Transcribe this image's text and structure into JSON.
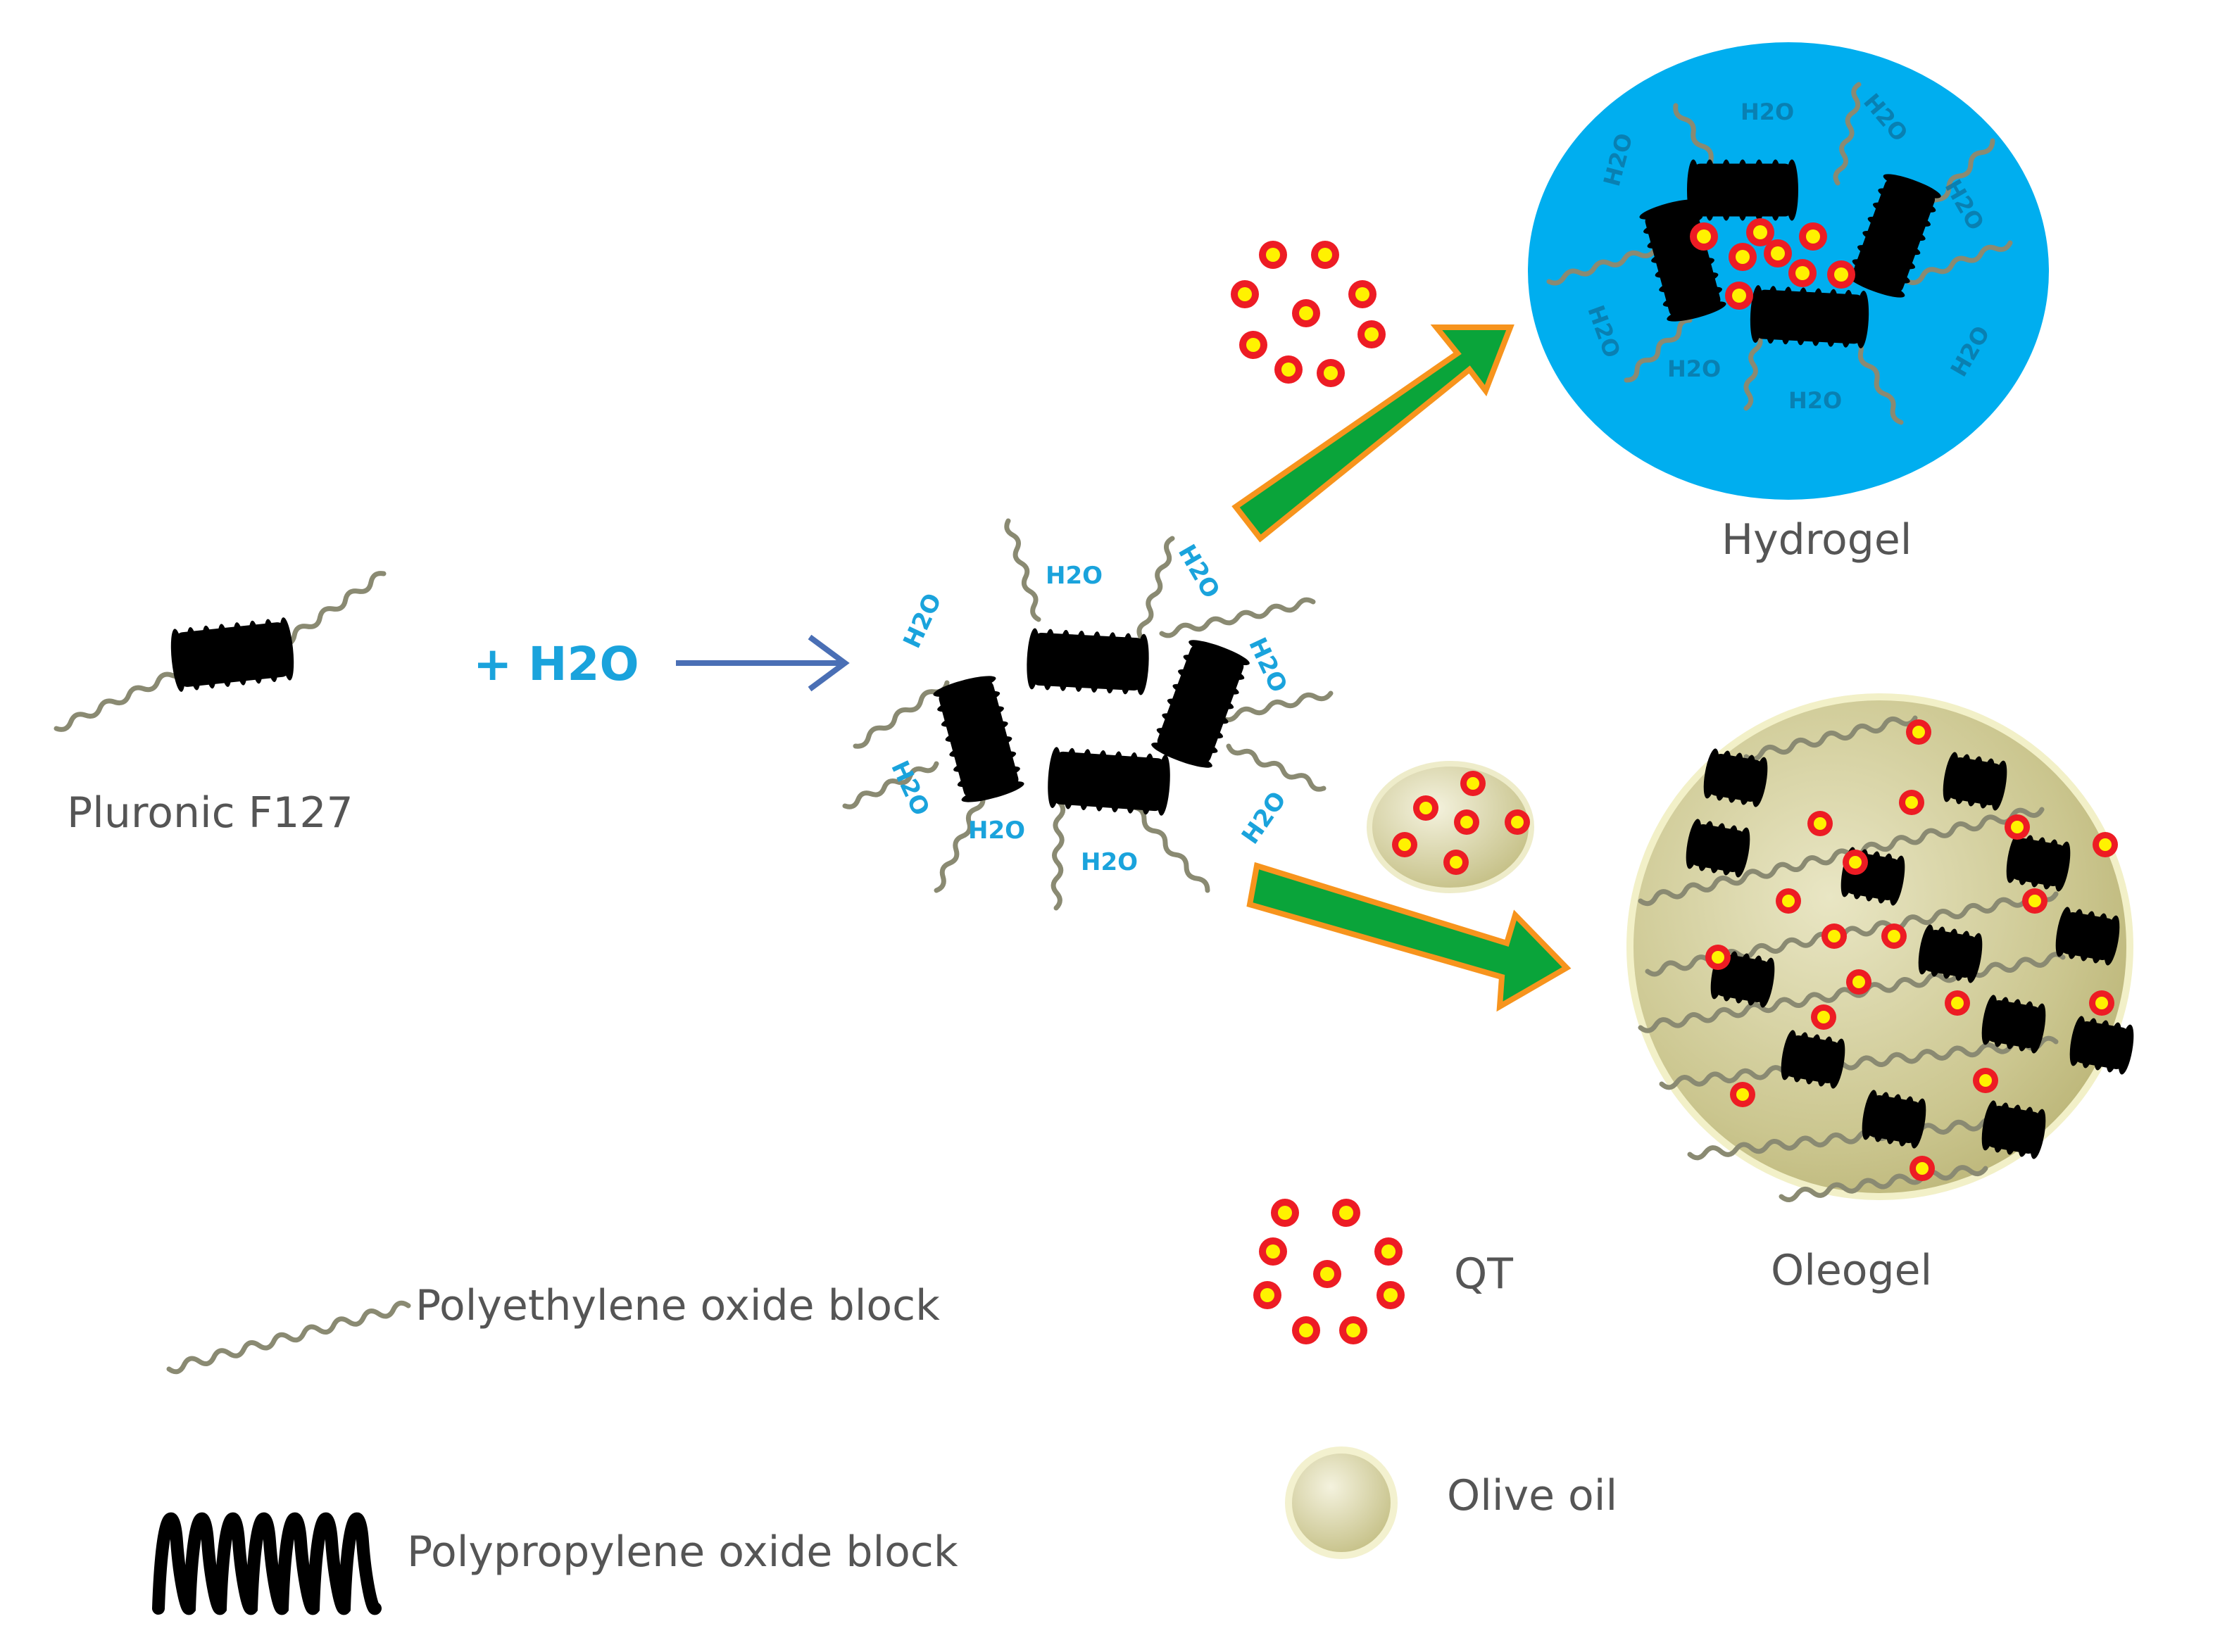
{
  "labels": {
    "pluronic": "Pluronic F127",
    "plus_water": "+ H2O",
    "water": "H2O",
    "hydrogel": "Hydrogel",
    "oleogel": "Oleogel",
    "qt": "QT",
    "olive_oil": "Olive oil",
    "peo_block": "Polyethylene oxide block",
    "ppo_block": "Polypropylene oxide block"
  },
  "colors": {
    "water_blue": "#00aeef",
    "h2o_text": "#1aa3dc",
    "process_arrow": "#4a6fb5",
    "green_arrow": "#0aa43a",
    "arrow_outline": "#f7941d",
    "qt_outer": "#ed1c24",
    "qt_inner": "#fff200",
    "oil": "#d9d5a7",
    "peo_chain": "#8a8a72",
    "ppo_block": "#000000"
  },
  "icons": {
    "qt": "red-yellow-dot",
    "oil": "olive-oil-sphere",
    "peo": "wavy-chain",
    "ppo": "coil-block"
  }
}
